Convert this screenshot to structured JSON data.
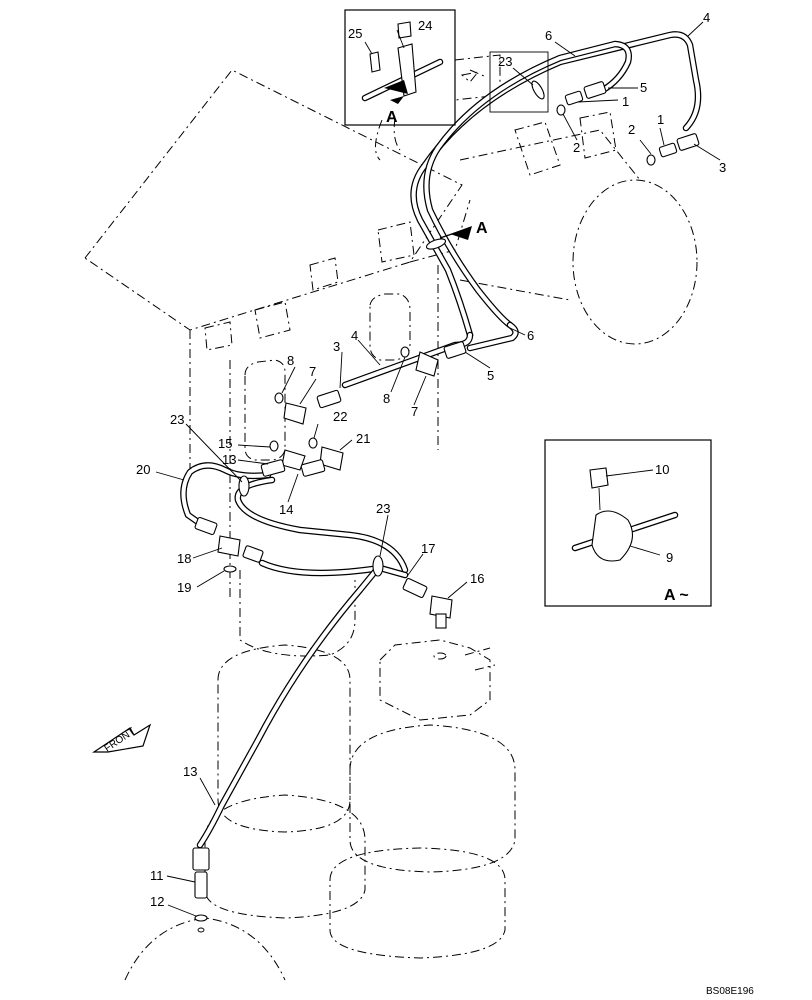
{
  "drawing_code": "BS08E196",
  "view_label": "A",
  "detail_caption": "A ~",
  "front_label": "FRONT",
  "callouts": [
    {
      "id": "c1a",
      "text": "1"
    },
    {
      "id": "c1b",
      "text": "1"
    },
    {
      "id": "c2a",
      "text": "2"
    },
    {
      "id": "c2b",
      "text": "2"
    },
    {
      "id": "c3a",
      "text": "3"
    },
    {
      "id": "c3b",
      "text": "3"
    },
    {
      "id": "c4a",
      "text": "4"
    },
    {
      "id": "c4b",
      "text": "4"
    },
    {
      "id": "c5a",
      "text": "5"
    },
    {
      "id": "c5b",
      "text": "5"
    },
    {
      "id": "c6a",
      "text": "6"
    },
    {
      "id": "c6b",
      "text": "6"
    },
    {
      "id": "c7a",
      "text": "7"
    },
    {
      "id": "c7b",
      "text": "7"
    },
    {
      "id": "c8a",
      "text": "8"
    },
    {
      "id": "c8b",
      "text": "8"
    },
    {
      "id": "c9",
      "text": "9"
    },
    {
      "id": "c10",
      "text": "10"
    },
    {
      "id": "c11",
      "text": "11"
    },
    {
      "id": "c12",
      "text": "12"
    },
    {
      "id": "c13a",
      "text": "13"
    },
    {
      "id": "c13b",
      "text": "13"
    },
    {
      "id": "c14",
      "text": "14"
    },
    {
      "id": "c15",
      "text": "15"
    },
    {
      "id": "c16",
      "text": "16"
    },
    {
      "id": "c17",
      "text": "17"
    },
    {
      "id": "c18",
      "text": "18"
    },
    {
      "id": "c19",
      "text": "19"
    },
    {
      "id": "c20",
      "text": "20"
    },
    {
      "id": "c21",
      "text": "21"
    },
    {
      "id": "c22",
      "text": "22"
    },
    {
      "id": "c23a",
      "text": "23"
    },
    {
      "id": "c23b",
      "text": "23"
    },
    {
      "id": "c23c",
      "text": "23"
    },
    {
      "id": "c24",
      "text": "24"
    },
    {
      "id": "c25",
      "text": "25"
    }
  ]
}
